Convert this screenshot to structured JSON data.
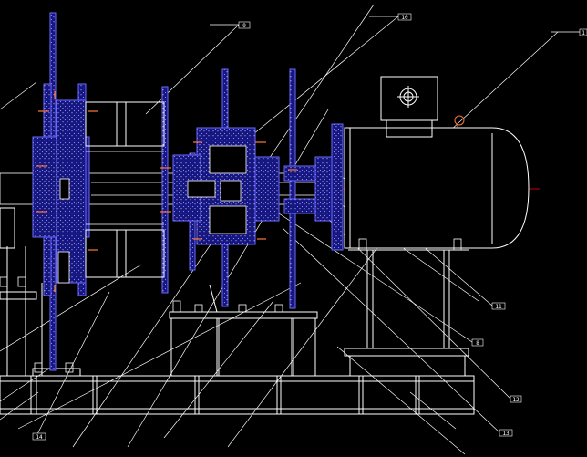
{
  "drawing": {
    "background": "#000000",
    "colors": {
      "outline": "#ffffff",
      "part_fill": "#1a1a8c",
      "part_edge": "#6a6aff",
      "hatch_dot": "#ffffff",
      "centerline": "#ff0000",
      "bolt_accent": "#ff7a3a",
      "leader": "#ffffff",
      "tag_frame": "#ffffff"
    },
    "callouts": [
      {
        "id": "tag-9",
        "text": "9"
      },
      {
        "id": "tag-10",
        "text": "10"
      },
      {
        "id": "tag-1",
        "text": "1"
      },
      {
        "id": "tag-11",
        "text": "11"
      },
      {
        "id": "tag-8",
        "text": "8"
      },
      {
        "id": "tag-12",
        "text": "12"
      },
      {
        "id": "tag-13",
        "text": "13"
      },
      {
        "id": "tag-14",
        "text": "14"
      }
    ]
  }
}
